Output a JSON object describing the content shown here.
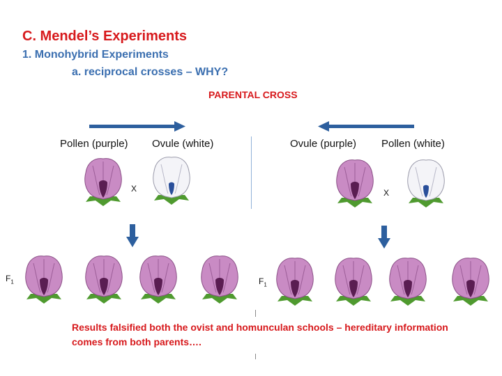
{
  "slide": {
    "title": "C. Mendel’s Experiments",
    "subtitle": "1.  Monohybrid Experiments",
    "subsubtitle": "a. reciprocal crosses – WHY?",
    "cross_title": "PARENTAL CROSS",
    "left_cross": {
      "pollen": "Pollen (purple)",
      "ovule": "Ovule (white)",
      "cross_symbol": "X"
    },
    "right_cross": {
      "ovule": "Ovule (purple)",
      "pollen": "Pollen (white)",
      "cross_symbol": "X"
    },
    "f1_label": {
      "letter": "F",
      "sub": "1"
    },
    "result_text": "Results falsified both the ovist and homunculan schools – hereditary information comes from both parents…."
  },
  "colors": {
    "title_red": "#d7191c",
    "heading_blue": "#3b6fb0",
    "arrow_blue": "#2d5f9e",
    "purple_petal": "#c98bc4",
    "white_petal": "#f4f4f8",
    "leaf_green": "#4f9a2f"
  },
  "icons": {
    "flower_purple": "purple-pea-flower-icon",
    "flower_white": "white-pea-flower-icon",
    "arrow": "arrow-icon"
  }
}
